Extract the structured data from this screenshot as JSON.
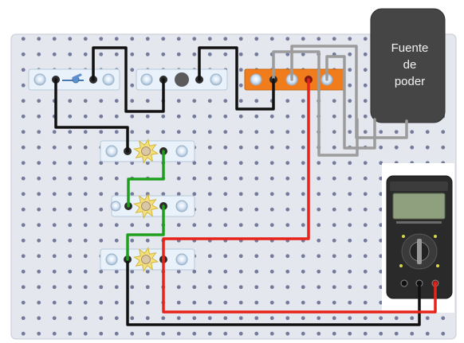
{
  "power_supply": {
    "label_lines": [
      "Fuente",
      "de",
      "poder"
    ],
    "color": "#454545"
  },
  "multimeter": {
    "body_color": "#2a2a2a",
    "screen_color": "#8fa07f"
  },
  "wire_colors": {
    "black": "#111111",
    "green": "#1ea01e",
    "red": "#e8241a",
    "gray": "#9c9c9c"
  },
  "board_color": "#e5e7ee",
  "hole_color": "#747a9a",
  "strip_color": "#e9f2fb",
  "orange_strip_color": "#f07c1c",
  "resistor_count": 3
}
